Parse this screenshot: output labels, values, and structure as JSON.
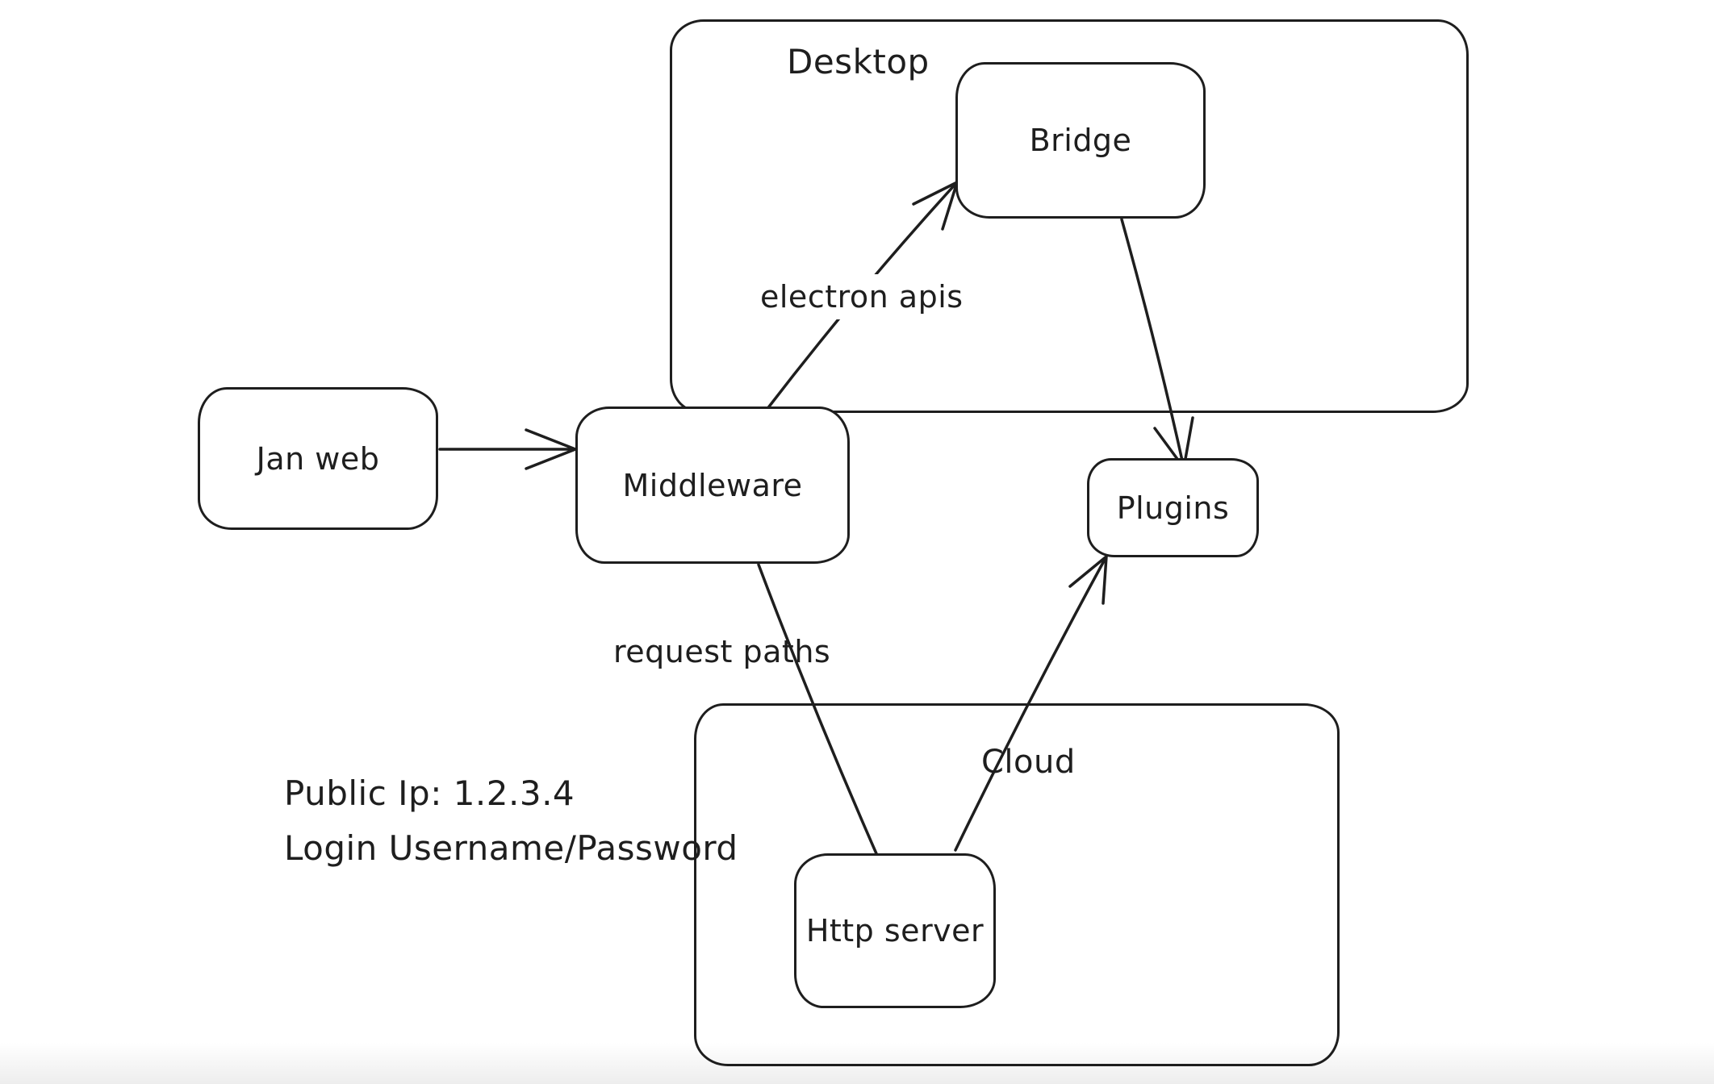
{
  "diagram": {
    "colors": {
      "stroke": "#1e1e1e",
      "background": "#ffffff"
    },
    "containers": {
      "desktop": {
        "label": "Desktop"
      },
      "cloud": {
        "label": "Cloud"
      }
    },
    "nodes": {
      "jan_web": {
        "label": "Jan web"
      },
      "middleware": {
        "label": "Middleware"
      },
      "bridge": {
        "label": "Bridge"
      },
      "plugins": {
        "label": "Plugins"
      },
      "http_server": {
        "label": "Http server"
      }
    },
    "edges": [
      {
        "from": "jan_web",
        "to": "middleware",
        "label": "",
        "arrowhead": "end"
      },
      {
        "from": "middleware",
        "to": "bridge",
        "label": "electron apis",
        "arrowhead": "end"
      },
      {
        "from": "bridge",
        "to": "plugins",
        "label": "",
        "arrowhead": "end"
      },
      {
        "from": "middleware",
        "to": "http_server",
        "label": "request paths",
        "arrowhead": "none"
      },
      {
        "from": "http_server",
        "to": "plugins",
        "label": "",
        "arrowhead": "end"
      }
    ],
    "annotations": {
      "public_ip": "Public Ip: 1.2.3.4",
      "login": "Login Username/Password"
    }
  }
}
